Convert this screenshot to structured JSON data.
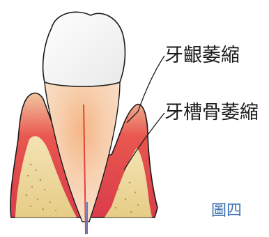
{
  "labels": {
    "gum_recession": "牙齦萎縮",
    "bone_loss": "牙槽骨萎縮"
  },
  "figure_caption": "圖四",
  "colors": {
    "enamel": "#fbfbfb",
    "dentin": "#f4c8a4",
    "root_glow": "#f2a25e",
    "gum": "#e84a55",
    "bone": "#eed79a",
    "outline": "#1a1a1a",
    "caption": "#3a6fb0"
  },
  "icons": [
    "tooth-illustration"
  ]
}
